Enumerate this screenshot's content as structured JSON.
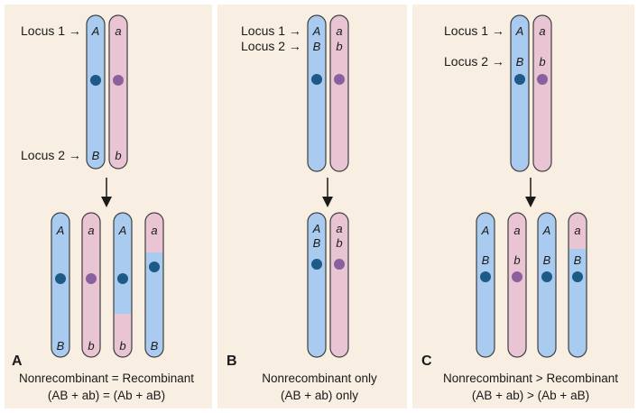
{
  "colors": {
    "panel_bg": "#f8eee1",
    "maternal_fill": "#a9cbef",
    "paternal_fill": "#e9c4d2",
    "centromere_blue": "#1e5a87",
    "centromere_purple": "#8a609e",
    "outline": "#3f3f3f"
  },
  "labels": {
    "locus1": "Locus 1 →",
    "locus2": "Locus 2 →"
  },
  "alleles": {
    "A": "A",
    "a": "a",
    "B": "B",
    "b": "b"
  },
  "panels": [
    {
      "letter": "A",
      "caption_line1": "Nonrecombinant = Recombinant",
      "caption_line2": "(AB + ab) = (Ab + aB)"
    },
    {
      "letter": "B",
      "caption_line1": "Nonrecombinant only",
      "caption_line2": "(AB + ab) only"
    },
    {
      "letter": "C",
      "caption_line1": "Nonrecombinant > Recombinant",
      "caption_line2": "(AB + ab) > (Ab + aB)"
    }
  ]
}
